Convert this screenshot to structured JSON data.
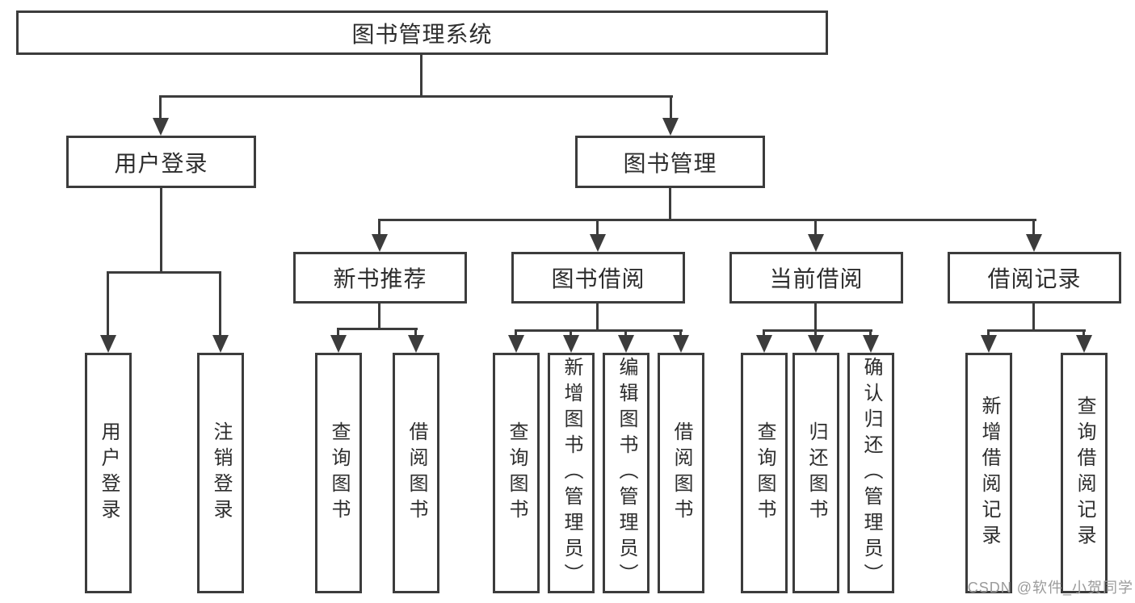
{
  "nodes": {
    "root": "图书管理系统",
    "user_login": "用户登录",
    "book_mgmt": "图书管理",
    "new_books": "新书推荐",
    "book_borrow": "图书借阅",
    "current_borrow": "当前借阅",
    "borrow_records": "借阅记录",
    "leaf_user_login": "用户登录",
    "leaf_logout": "注销登录",
    "leaf_nb_query": "查询图书",
    "leaf_nb_borrow": "借阅图书",
    "leaf_bb_query": "查询图书",
    "leaf_bb_add": "新增图书（管理员）",
    "leaf_bb_edit": "编辑图书（管理员）",
    "leaf_bb_borrow": "借阅图书",
    "leaf_cb_query": "查询图书",
    "leaf_cb_return": "归还图书",
    "leaf_cb_confirm": "确认归还（管理员）",
    "leaf_br_add": "新增借阅记录",
    "leaf_br_query": "查询借阅记录"
  },
  "watermark": {
    "text": "CSDN @软件_小贺同学"
  },
  "colors": {
    "line": "#3c3c3c",
    "text": "#2d2d2d",
    "watermark_text": "#9b9b9b",
    "background": "#ffffff"
  }
}
